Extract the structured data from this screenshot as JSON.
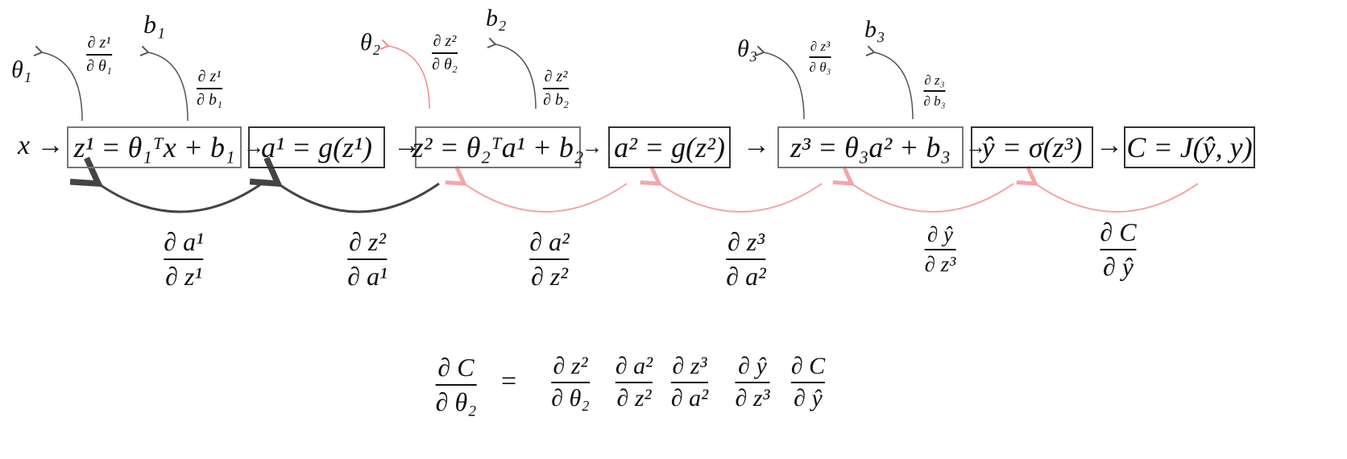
{
  "colors": {
    "forward": "#555555",
    "backward_dark": "#444444",
    "backward_highlight": "#f4a6a8",
    "highlight_arrow": "#f08a8e"
  },
  "input": "x",
  "arrow": "→",
  "nodes": [
    {
      "expr": "z¹ = θ₁ᵀx + b₁"
    },
    {
      "expr": "a¹ = g(z¹)"
    },
    {
      "expr": "z² = θ₂ᵀa¹ + b₂"
    },
    {
      "expr": "a² = g(z²)"
    },
    {
      "expr": "z³ = θ₃a² + b₃"
    },
    {
      "expr": "ŷ = σ(z³)"
    },
    {
      "expr": "C = J(ŷ, y)"
    }
  ],
  "params": [
    {
      "name": "θ₁",
      "grad_num": "∂ z¹",
      "grad_den": "∂ θ₁",
      "highlight": false
    },
    {
      "name": "b₁",
      "grad_num": "∂ z¹",
      "grad_den": "∂ b₁",
      "highlight": false
    },
    {
      "name": "θ₂",
      "grad_num": "∂ z²",
      "grad_den": "∂ θ₂",
      "highlight": true
    },
    {
      "name": "b₂",
      "grad_num": "∂ z²",
      "grad_den": "∂ b₂",
      "highlight": false
    },
    {
      "name": "θ₃",
      "grad_num": "∂ z³",
      "grad_den": "∂ θ₃",
      "highlight": false
    },
    {
      "name": "b₃",
      "grad_num": "∂ z₃",
      "grad_den": "∂ b₃",
      "highlight": false
    }
  ],
  "backward": [
    {
      "num": "∂ a¹",
      "den": "∂ z¹",
      "highlight": false
    },
    {
      "num": "∂ z²",
      "den": "∂ a¹",
      "highlight": false
    },
    {
      "num": "∂ a²",
      "den": "∂ z²",
      "highlight": true
    },
    {
      "num": "∂ z³",
      "den": "∂ a²",
      "highlight": true
    },
    {
      "num": "∂ ŷ",
      "den": "∂ z³",
      "highlight": true
    },
    {
      "num": "∂ C",
      "den": "∂ ŷ",
      "highlight": true
    }
  ],
  "chain_rule": {
    "lhs": {
      "num": "∂ C",
      "den": "∂ θ₂"
    },
    "equals": "=",
    "terms": [
      {
        "num": "∂ z²",
        "den": "∂ θ₂"
      },
      {
        "num": "∂ a²",
        "den": "∂ z²"
      },
      {
        "num": "∂ z³",
        "den": "∂ a²"
      },
      {
        "num": "∂ ŷ",
        "den": "∂ z³"
      },
      {
        "num": "∂ C",
        "den": "∂ ŷ"
      }
    ]
  }
}
